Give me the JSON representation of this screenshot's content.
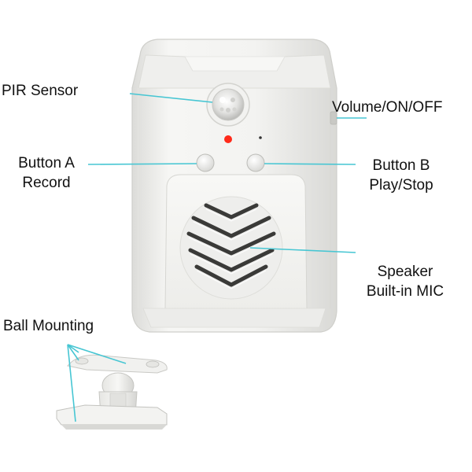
{
  "image": {
    "background": "#ffffff",
    "device_color": "#f3f3f1",
    "leader_line_color": "#47c6d3",
    "pir_led_color": "#ff2a1a"
  },
  "callouts": {
    "pir_sensor": "PIR Sensor",
    "volume_switch": "Volume/ON/OFF",
    "button_a_line1": "Button A",
    "button_a_line2": "Record",
    "button_b_line1": "Button B",
    "button_b_line2": "Play/Stop",
    "speaker_line1": "Speaker",
    "speaker_line2": "Built-in MIC",
    "ball_mounting": "Ball Mounting"
  }
}
